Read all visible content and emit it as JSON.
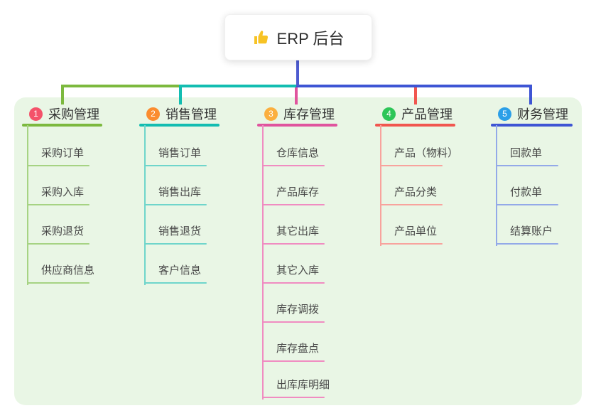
{
  "root": {
    "icon": "thumbs-up-icon",
    "label": "ERP 后台",
    "connector_color": "#4d5bd0"
  },
  "panel_color": "#e9f6e5",
  "trunk": {
    "left_color": "#7cb93e",
    "mid_color": "#13bdb1",
    "right_color": "#3e55d4"
  },
  "branches": [
    {
      "num": "1",
      "label": "采购管理",
      "circle_color": "#f4526a",
      "line_color": "#7cb93e",
      "child_line_color": "#a6d383",
      "children": [
        {
          "label": "采购订单"
        },
        {
          "label": "采购入库"
        },
        {
          "label": "采购退货"
        },
        {
          "label": "供应商信息"
        }
      ]
    },
    {
      "num": "2",
      "label": "销售管理",
      "circle_color": "#fb8c2f",
      "line_color": "#13bdb1",
      "child_line_color": "#6fd5cb",
      "children": [
        {
          "label": "销售订单"
        },
        {
          "label": "销售出库"
        },
        {
          "label": "销售退货"
        },
        {
          "label": "客户信息"
        }
      ]
    },
    {
      "num": "3",
      "label": "库存管理",
      "circle_color": "#fbaf3f",
      "line_color": "#e0549e",
      "child_line_color": "#f08cc1",
      "children": [
        {
          "label": "仓库信息"
        },
        {
          "label": "产品库存"
        },
        {
          "label": "其它出库"
        },
        {
          "label": "其它入库"
        },
        {
          "label": "库存调拨"
        },
        {
          "label": "库存盘点"
        },
        {
          "label": "出库库明细"
        }
      ]
    },
    {
      "num": "4",
      "label": "产品管理",
      "circle_color": "#2dc658",
      "line_color": "#f1564f",
      "child_line_color": "#f8a39d",
      "children": [
        {
          "label": "产品（物料）"
        },
        {
          "label": "产品分类"
        },
        {
          "label": "产品单位"
        }
      ]
    },
    {
      "num": "5",
      "label": "财务管理",
      "circle_color": "#2b9fe8",
      "line_color": "#3e55d4",
      "child_line_color": "#93a9e8",
      "children": [
        {
          "label": "回款单"
        },
        {
          "label": "付款单"
        },
        {
          "label": "结算账户"
        }
      ]
    }
  ]
}
